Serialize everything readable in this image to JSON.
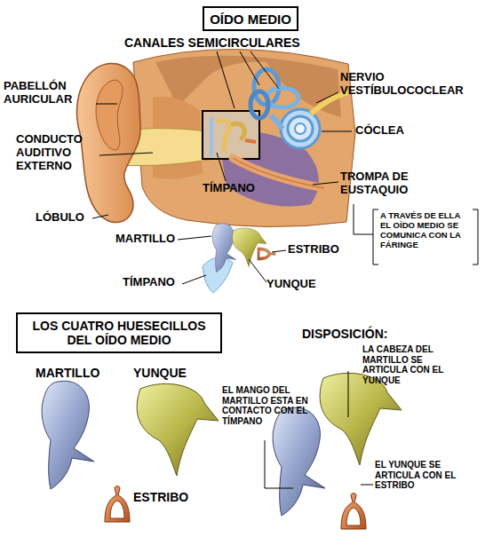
{
  "diagram": {
    "title": "OÍDO MEDIO",
    "nodes": [
      {
        "text": [
          "LOS CUATRO HUESECILLOS DEL OÍDO MEDIO"
        ]
      }
    ],
    "labels": [
      "CANALES SEMICIRCULARES",
      "PABELLÓN AURICULAR",
      "NERVIO VESTÍBULOCOCLEAR",
      "CÓCLEA",
      "CONDUCTO AUDITIVO EXTERNO",
      "TÍMPANO",
      "TROMPA DE EUSTAQUIO",
      "A TRAVÉS DE ELLA EL OÍDO MEDIO SE COMUNICA CON LA FÁRINGE",
      "LÓBULO",
      "MARTILLO",
      "ESTRIBO",
      "TÍMPANO",
      "YUNQUE",
      "MARTILLO",
      "YUNQUE",
      "ESTRIBO",
      "DISPOSICIÓN:",
      "LA CABEZA DEL MARTILLO SE ARTICULA CON EL YUNQUE",
      "EL MANGO DEL MARTILLO ESTA EN CONTACTO CON EL TÍMPANO",
      "EL YUNQUE SE ARTICULA CON EL ESTRIBO"
    ]
  }
}
